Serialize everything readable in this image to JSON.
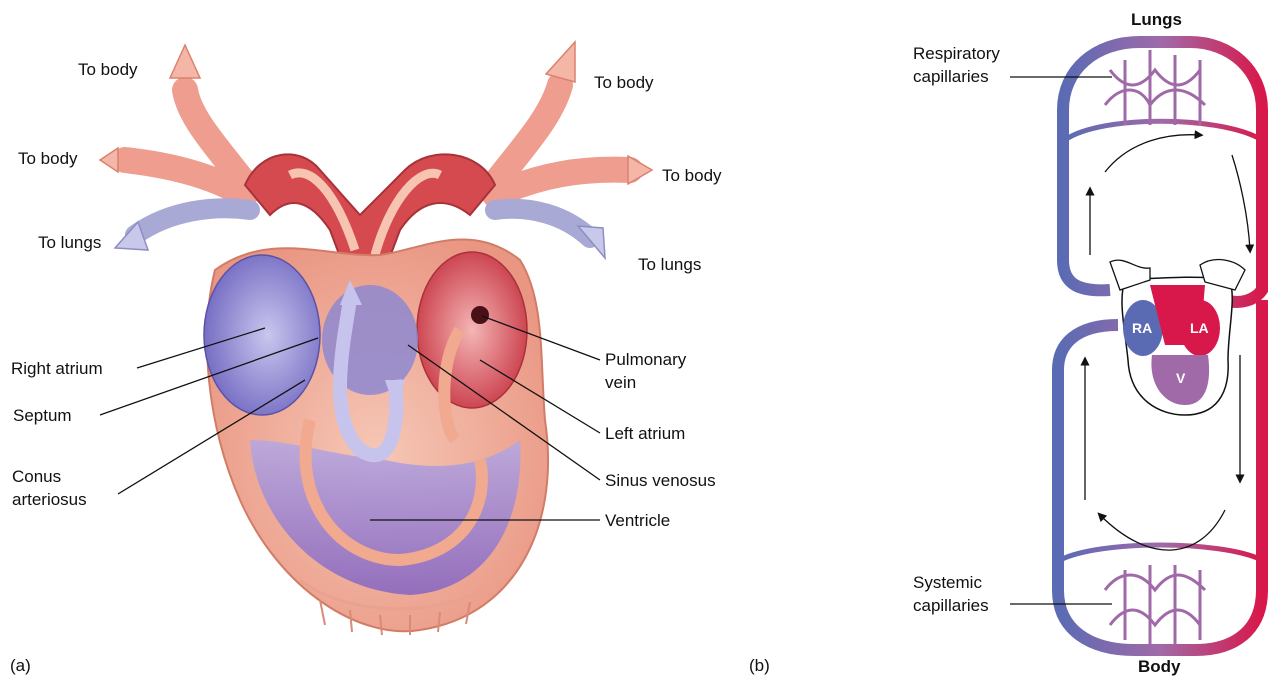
{
  "panel_a": {
    "panel_label": "(a)",
    "outflow_labels": {
      "to_body_upper_left": "To body",
      "to_body_upper_right": "To body",
      "to_body_mid_left": "To body",
      "to_body_mid_right": "To body",
      "to_lungs_left": "To lungs",
      "to_lungs_right": "To lungs"
    },
    "structures": {
      "right_atrium": "Right atrium",
      "septum": "Septum",
      "conus_arteriosus_line1": "Conus",
      "conus_arteriosus_line2": "arteriosus",
      "pulmonary_vein_line1": "Pulmonary",
      "pulmonary_vein_line2": "vein",
      "left_atrium": "Left atrium",
      "sinus_venosus": "Sinus venosus",
      "ventricle": "Ventricle"
    }
  },
  "panel_b": {
    "panel_label": "(b)",
    "top_label": "Lungs",
    "bottom_label": "Body",
    "respiratory_capillaries_line1": "Respiratory",
    "respiratory_capillaries_line2": "capillaries",
    "systemic_capillaries_line1": "Systemic",
    "systemic_capillaries_line2": "capillaries",
    "heart_labels": {
      "ra": "RA",
      "la": "LA",
      "v": "V"
    }
  },
  "colors": {
    "oxygen_poor": "#5a6bb4",
    "oxygen_rich": "#d8184a",
    "mixed": "#a06aa8",
    "artery_pink": "#f0a898",
    "vein_lavender": "#a8a8d8"
  }
}
